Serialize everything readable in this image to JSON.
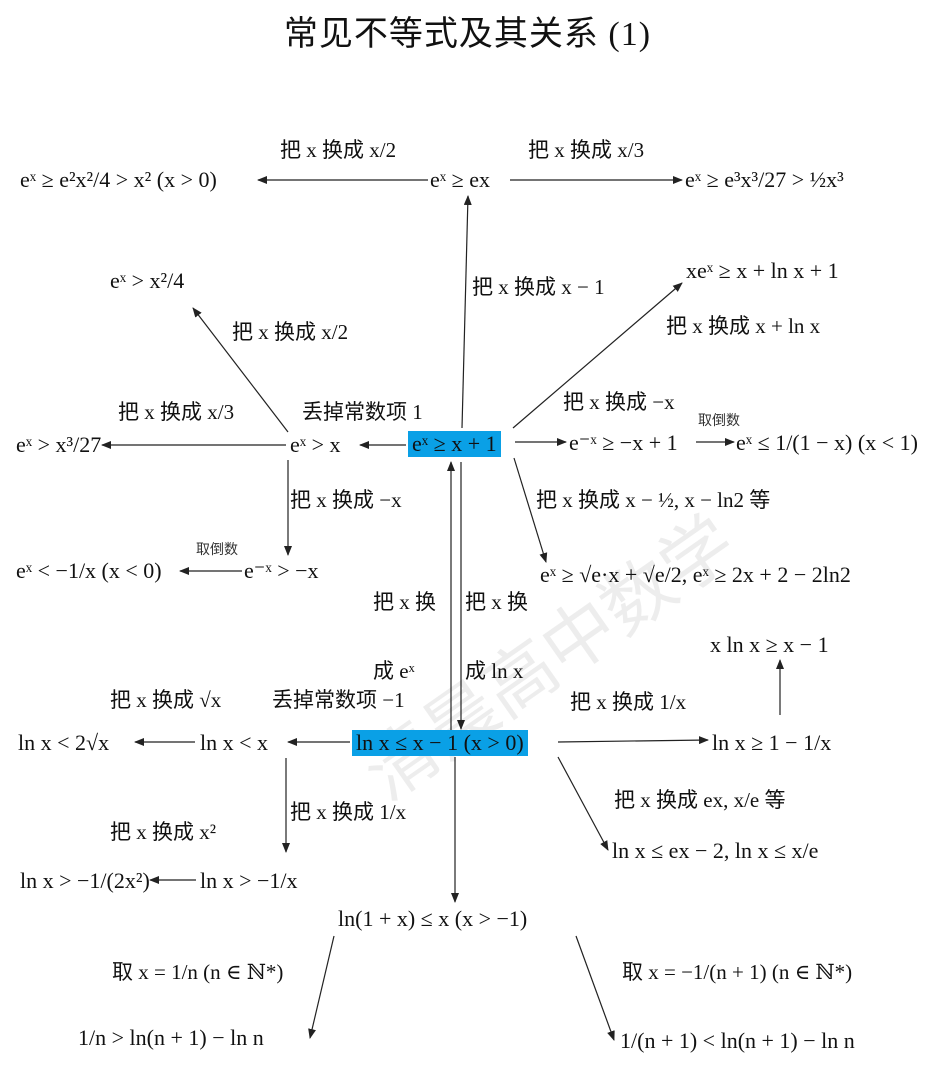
{
  "title": "常见不等式及其关系 (1)",
  "watermark": "清晨高中数学",
  "colors": {
    "highlight": "#0aa0e6",
    "text": "#111111",
    "line": "#222222"
  },
  "root_nodes": {
    "exp": "eˣ ≥ x + 1",
    "log": "ln x ≤ x − 1 (x > 0)"
  },
  "nodes": {
    "ex_ge_ex": "eˣ ≥ ex",
    "ex_sq": "eˣ ≥ e²x²/4 > x² (x > 0)",
    "ex_cube": "eˣ ≥ e³x³/27 > ½x³",
    "ex_gt_x2_4": "eˣ > x²/4",
    "ex_gt_x": "eˣ > x",
    "ex_gt_x3_27": "eˣ > x³/27",
    "xex": "xeˣ ≥ x + ln x + 1",
    "e_negx": "e⁻ˣ ≥ −x + 1",
    "ex_le_recip": "eˣ ≤ 1/(1 − x) (x < 1)",
    "e_negx_gt": "e⁻ˣ > −x",
    "ex_lt_neg_recip": "eˣ < −1/x (x < 0)",
    "ex_sqrt_e": "eˣ ≥ √e·x + √e/2, eˣ ≥ 2x + 2 − 2ln2",
    "lnx_lt_x": "ln x < x",
    "lnx_lt_2sqrt": "ln x < 2√x",
    "xlnx": "x ln x ≥ x − 1",
    "lnx_ge_1_minus": "ln x ≥ 1 − 1/x",
    "lnx_gt_neg_recip": "ln x > −1/x",
    "lnx_gt_neg_half": "ln x > −1/(2x²)",
    "lnx_le_ex": "ln x ≤ ex − 2, ln x ≤ x/e",
    "ln1px": "ln(1 + x) ≤ x (x > −1)",
    "harmonic_gt": "1/n > ln(n + 1) − ln n",
    "harmonic_lt": "1/(n + 1) < ln(n + 1) − ln n"
  },
  "edge_labels": {
    "to_x_half_top": "把 x 换成 x/2",
    "to_x_third_top": "把 x 换成 x/3",
    "to_x_minus_1": "把 x 换成 x − 1",
    "to_x_plus_lnx": "把 x 换成 x + ln x",
    "to_x_half_left": "把 x 换成 x/2",
    "to_x_third_left": "把 x 换成 x/3",
    "drop_const_1": "丢掉常数项 1",
    "to_neg_x_right": "把 x 换成 −x",
    "reciprocal_right": "取倒数",
    "to_neg_x_down": "把 x 换成 −x",
    "reciprocal_left": "取倒数",
    "to_x_minus_half": "把 x 换成 x − ½, x − ln2 等",
    "to_ex_line1": "把 x 换",
    "to_ex_line2": "成 eˣ",
    "to_lnx_line1": "把 x 换",
    "to_lnx_line2": "成 ln x",
    "to_sqrt_x": "把 x 换成 √x",
    "drop_const_neg1": "丢掉常数项 −1",
    "to_recip_right": "把 x 换成 1/x",
    "to_recip_down": "把 x 换成 1/x",
    "to_x_squared": "把 x 换成 x²",
    "to_ex_x_over_e": "把 x 换成 ex, x/e 等",
    "take_x_1_over_n": "取 x = 1/n (n ∈ ℕ*)",
    "take_x_neg_1_over_n1": "取 x = −1/(n + 1) (n ∈ ℕ*)"
  }
}
